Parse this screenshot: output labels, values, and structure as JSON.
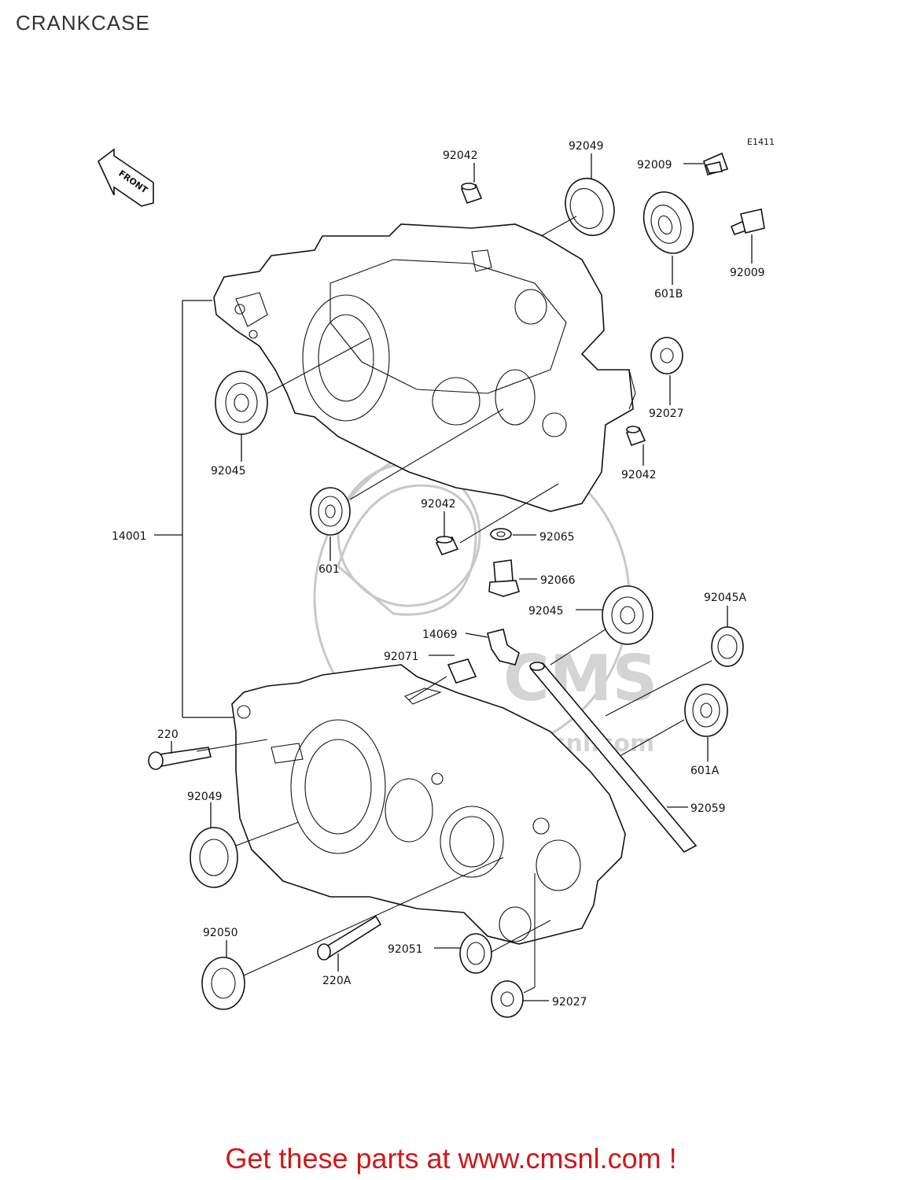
{
  "page": {
    "title": "CRANKCASE"
  },
  "diagram": {
    "code": "E1411",
    "front_label": "FRONT",
    "watermark_text": "CMS",
    "watermark_url": "www.cmsnl.com",
    "labels": {
      "p92042_top": "92042",
      "p92049_top": "92049",
      "p92009_a": "92009",
      "p92009_b": "92009",
      "p601B": "601B",
      "p92027_right": "92027",
      "p92042_right": "92042",
      "p92045_left": "92045",
      "p92042_mid": "92042",
      "p92065": "92065",
      "p601": "601",
      "p14001": "14001",
      "p92066": "92066",
      "p92045_mid": "92045",
      "p92045A": "92045A",
      "p14069": "14069",
      "p92071": "92071",
      "p220": "220",
      "p601A": "601A",
      "p92049_left": "92049",
      "p92059": "92059",
      "p92050": "92050",
      "p92051": "92051",
      "p220A": "220A",
      "p92027_bottom": "92027"
    }
  },
  "footer": {
    "promo_text": "Get these parts at www.cmsnl.com !",
    "promo_color": "#d01818"
  }
}
